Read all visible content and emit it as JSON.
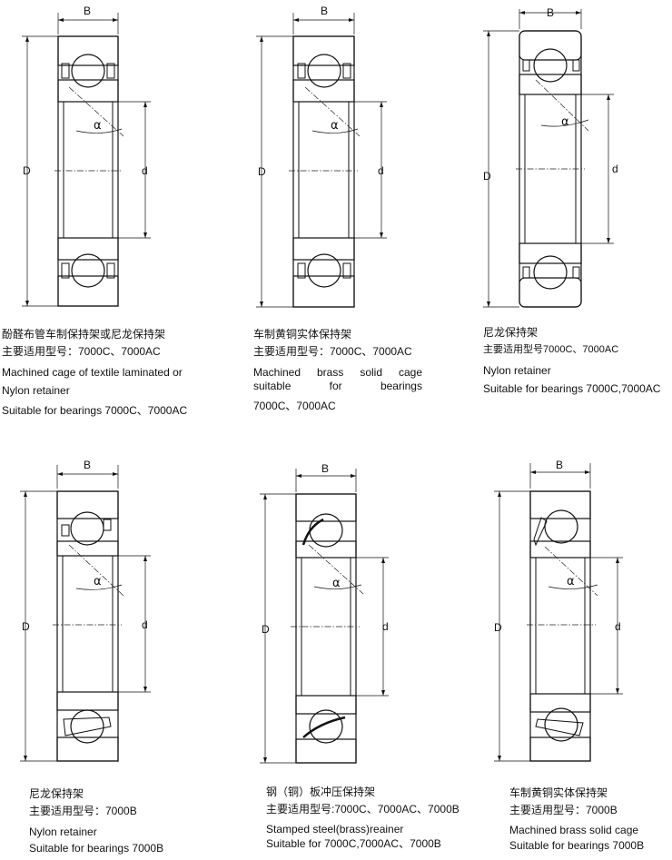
{
  "labels": {
    "width": "B",
    "outer_diameter": "D",
    "inner_diameter": "d",
    "contact_angle": "α"
  },
  "panels": [
    {
      "cn_title": "酚醛布管车制保持架或尼龙保持架",
      "cn_types": "主要适用型号：7000C、7000AC",
      "en_line1": "Machined cage of textile laminated or",
      "en_line2": "Nylon retainer",
      "en_line3": "Suitable for bearings 7000C、7000AC"
    },
    {
      "cn_title": "车制黄铜实体保持架",
      "cn_types": "主要适用型号：7000C、7000AC",
      "en_words1": [
        "Machined",
        "brass",
        "solid",
        "cage"
      ],
      "en_words2": [
        "suitable",
        "for",
        "bearings"
      ],
      "en_line3": "7000C、7000AC"
    },
    {
      "cn_title": "尼龙保持架",
      "cn_types": "主要适用型号7000C、7000AC",
      "en_line1": "Nylon retainer",
      "en_line2": "Suitable for bearings 7000C,7000AC"
    },
    {
      "cn_title": "尼龙保持架",
      "cn_types": "主要适用型号：7000B",
      "en_line1": "Nylon retainer",
      "en_line2": "Suitable for bearings 7000B"
    },
    {
      "cn_title": "钢（铜）板冲压保持架",
      "cn_types": "主要适用型号:7000C、7000AC、7000B",
      "en_line1": "Stamped steel(brass)reainer",
      "en_line2": "Suitable for 7000C,7000AC、7000B"
    },
    {
      "cn_title": "车制黄铜实体保持架",
      "cn_types": "主要适用型号：7000B",
      "en_line1": "Machined brass solid cage",
      "en_line2": "Suitable for bearings 7000B"
    }
  ]
}
